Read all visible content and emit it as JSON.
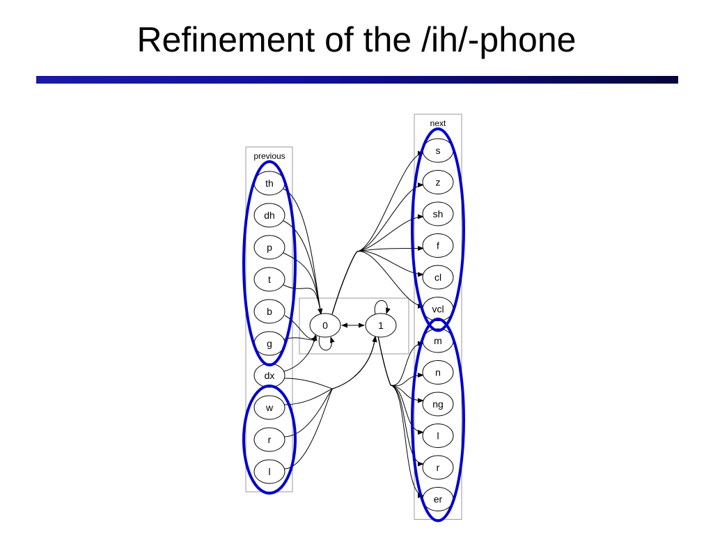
{
  "title": "Refinement of the /ih/-phone",
  "colors": {
    "accent": "#0000cc",
    "rule_start": "#1a1aa6",
    "rule_end": "#05053a",
    "edge": "#000000",
    "box": "#999999"
  },
  "diagram": {
    "previous": {
      "label": "previous",
      "phones": [
        "th",
        "dh",
        "p",
        "t",
        "b",
        "g",
        "dx",
        "w",
        "r",
        "l"
      ]
    },
    "next": {
      "label": "next",
      "phones": [
        "s",
        "z",
        "sh",
        "f",
        "cl",
        "vcl",
        "m",
        "n",
        "ng",
        "l",
        "r",
        "er"
      ]
    },
    "states": [
      {
        "id": "s0",
        "label": "0"
      },
      {
        "id": "s1",
        "label": "1"
      }
    ],
    "edges": [
      {
        "from": "prev:th",
        "to": "s0"
      },
      {
        "from": "prev:dh",
        "to": "s0"
      },
      {
        "from": "prev:p",
        "to": "s0"
      },
      {
        "from": "prev:t",
        "to": "s0"
      },
      {
        "from": "prev:b",
        "to": "s0"
      },
      {
        "from": "prev:g",
        "to": "s0"
      },
      {
        "from": "prev:dx",
        "to": "s0"
      },
      {
        "from": "prev:dx",
        "to": "s1"
      },
      {
        "from": "prev:w",
        "to": "s1"
      },
      {
        "from": "prev:r",
        "to": "s1"
      },
      {
        "from": "prev:l",
        "to": "s1"
      },
      {
        "from": "s0",
        "to": "s0"
      },
      {
        "from": "s1",
        "to": "s1"
      },
      {
        "from": "s0",
        "to": "s1"
      },
      {
        "from": "s1",
        "to": "s0"
      },
      {
        "from": "s0",
        "to": "next:s"
      },
      {
        "from": "s0",
        "to": "next:z"
      },
      {
        "from": "s0",
        "to": "next:sh"
      },
      {
        "from": "s0",
        "to": "next:f"
      },
      {
        "from": "s0",
        "to": "next:cl"
      },
      {
        "from": "s0",
        "to": "next:vcl"
      },
      {
        "from": "s1",
        "to": "next:m"
      },
      {
        "from": "s1",
        "to": "next:n"
      },
      {
        "from": "s1",
        "to": "next:ng"
      },
      {
        "from": "s1",
        "to": "next:l"
      },
      {
        "from": "s1",
        "to": "next:r"
      },
      {
        "from": "s1",
        "to": "next:er"
      }
    ],
    "highlight_groups": [
      {
        "name": "prev-th-to-g",
        "members": [
          "th",
          "dh",
          "p",
          "t",
          "b",
          "g"
        ]
      },
      {
        "name": "prev-w-to-l",
        "members": [
          "w",
          "r",
          "l"
        ]
      },
      {
        "name": "next-s-to-vcl",
        "members": [
          "s",
          "z",
          "sh",
          "f",
          "cl",
          "vcl"
        ]
      },
      {
        "name": "next-m-to-er",
        "members": [
          "m",
          "n",
          "ng",
          "l",
          "r",
          "er"
        ]
      }
    ]
  }
}
